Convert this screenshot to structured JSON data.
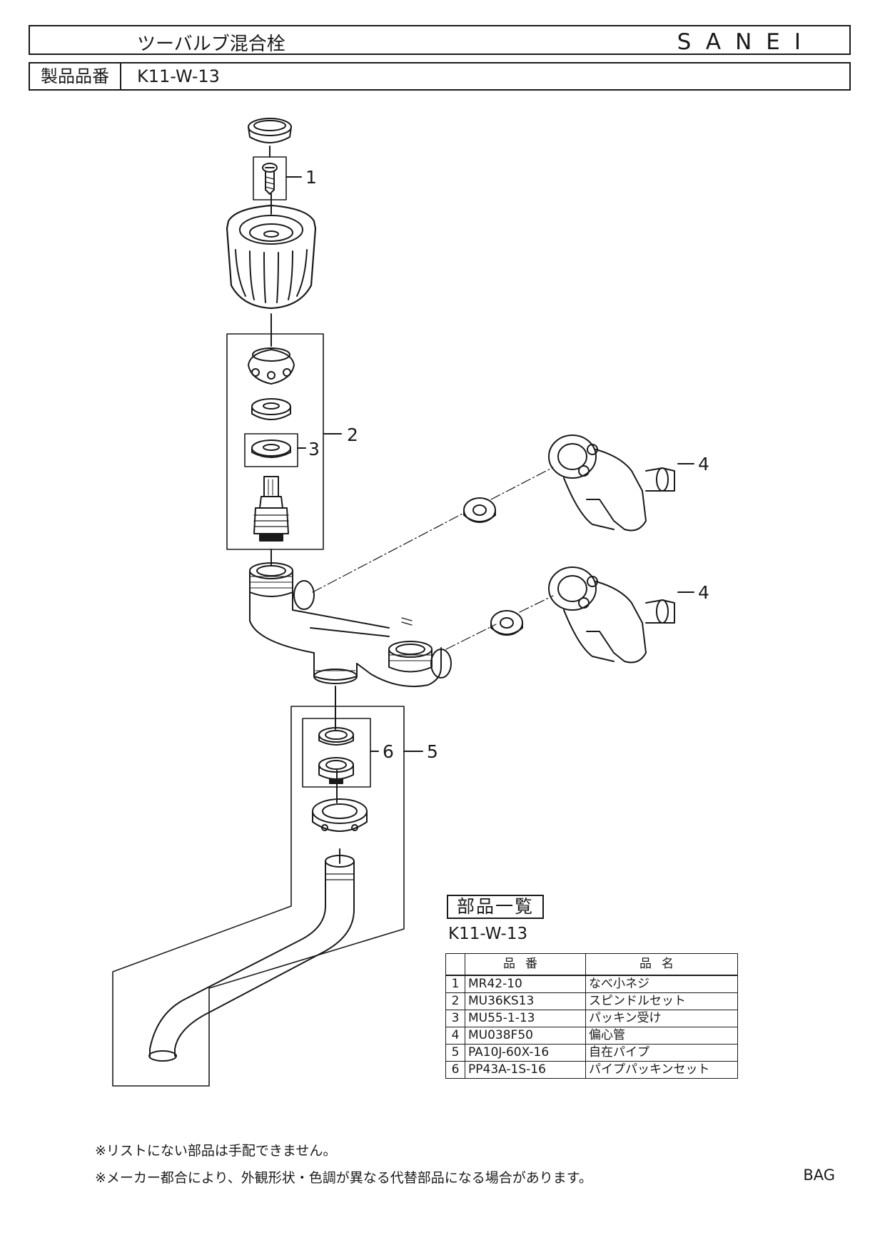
{
  "header": {
    "title": "ツーバルブ混合栓",
    "brand": "SANEI",
    "model_label": "製品品番",
    "model": "K11-W-13"
  },
  "diagram": {
    "callouts": [
      "1",
      "2",
      "3",
      "4",
      "4",
      "5",
      "6"
    ]
  },
  "parts": {
    "title": "部品一覧",
    "model": "K11-W-13",
    "columns": [
      "",
      "品番",
      "品名"
    ],
    "rows": [
      {
        "no": "1",
        "code": "MR42-10",
        "name": "なべ小ネジ"
      },
      {
        "no": "2",
        "code": "MU36KS13",
        "name": "スピンドルセット"
      },
      {
        "no": "3",
        "code": "MU55-1-13",
        "name": "パッキン受け"
      },
      {
        "no": "4",
        "code": "MU038F50",
        "name": "偏心管"
      },
      {
        "no": "5",
        "code": "PA10J-60X-16",
        "name": "自在パイプ"
      },
      {
        "no": "6",
        "code": "PP43A-1S-16",
        "name": "パイプパッキンセット"
      }
    ]
  },
  "notes": [
    "※リストにない部品は手配できません。",
    "※メーカー都合により、外観形状・色調が異なる代替部品になる場合があります。"
  ],
  "doc_code": "BAG"
}
